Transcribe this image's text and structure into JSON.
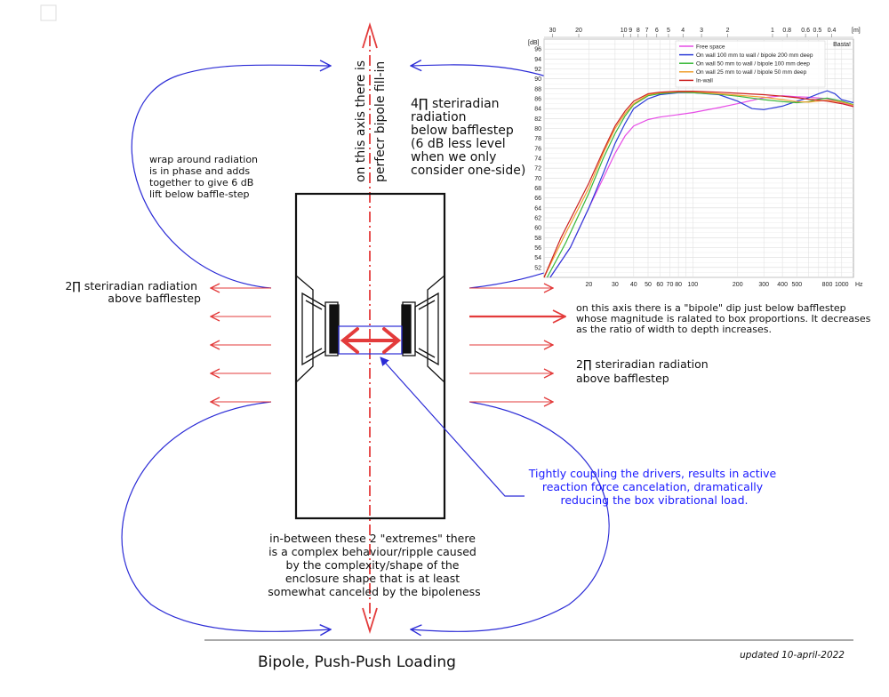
{
  "labels": {
    "vertical_axis_line1": "on this axis there is",
    "vertical_axis_line2": "perfecr bipole fill-in",
    "four_pi": [
      "4∏  steriradian",
      "radiation",
      "below bafflestep",
      " (6 dB less level",
      "when we only",
      "consider one-side)"
    ],
    "wrap": [
      "wrap around radiation",
      "is in phase and adds",
      "together to give 6 dB",
      "lift below baffle-step"
    ],
    "two_pi_left": [
      "2∏  steriradian radiation",
      "above bafflestep"
    ],
    "two_pi_right": [
      "2∏  steriradian radiation",
      "above bafflestep"
    ],
    "bipole_dip": [
      "on this axis there is a \"bipole\" dip just below bafflestep",
      "whose magnitude is ralated to box proportions. It decreases",
      "as the ratio of width to depth increases."
    ],
    "coupling": [
      "Tightly coupling the drivers, results in active",
      "reaction force cancelation, dramatically",
      "reducing the box vibrational load."
    ],
    "between": [
      "in-between these 2 \"extremes\" there",
      "is a complex behaviour/ripple caused",
      "by the complexity/shape of the",
      "enclosure shape that is at least",
      "somewhat canceled by the bipoleness"
    ],
    "title": "Bipole, Push-Push Loading",
    "updated": "updated 10-april-2022"
  },
  "colors": {
    "blue_line": "#2b2bd6",
    "red_arrow": "#e33b3b",
    "text_blue": "#1a1aff"
  },
  "chart_data": {
    "type": "line",
    "brand": "Basta!",
    "y_unit": "[dB]",
    "x_unit": "Hz",
    "top_unit": "[m]",
    "xscale": "log",
    "xlim": [
      10,
      1200
    ],
    "ylim": [
      50,
      98
    ],
    "y_ticks": [
      52,
      54,
      56,
      58,
      60,
      62,
      64,
      66,
      68,
      70,
      72,
      74,
      76,
      78,
      80,
      82,
      84,
      86,
      88,
      90,
      92,
      94,
      96
    ],
    "x_ticks": [
      {
        "v": 20,
        "label": "20"
      },
      {
        "v": 30,
        "label": "30"
      },
      {
        "v": 40,
        "label": "40"
      },
      {
        "v": 50,
        "label": "50"
      },
      {
        "v": 60,
        "label": "60"
      },
      {
        "v": 70,
        "label": "70"
      },
      {
        "v": 80,
        "label": "80"
      },
      {
        "v": 100,
        "label": "100"
      },
      {
        "v": 200,
        "label": "200"
      },
      {
        "v": 300,
        "label": "300"
      },
      {
        "v": 400,
        "label": "400"
      },
      {
        "v": 500,
        "label": "500"
      },
      {
        "v": 800,
        "label": "800"
      },
      {
        "v": 1000,
        "label": "1000"
      }
    ],
    "top_ticks": [
      {
        "v": 11.4,
        "label": "30"
      },
      {
        "v": 17.1,
        "label": "20"
      },
      {
        "v": 34.3,
        "label": "10"
      },
      {
        "v": 38.1,
        "label": "9"
      },
      {
        "v": 42.9,
        "label": "8"
      },
      {
        "v": 49,
        "label": "7"
      },
      {
        "v": 57.2,
        "label": "6"
      },
      {
        "v": 68.6,
        "label": "5"
      },
      {
        "v": 85.8,
        "label": "4"
      },
      {
        "v": 114.3,
        "label": "3"
      },
      {
        "v": 171.5,
        "label": "2"
      },
      {
        "v": 343,
        "label": "1"
      },
      {
        "v": 428.8,
        "label": "0.8"
      },
      {
        "v": 571.7,
        "label": "0.6"
      },
      {
        "v": 686,
        "label": "0.5"
      },
      {
        "v": 857.5,
        "label": "0.4"
      }
    ],
    "series": [
      {
        "name": "Free space",
        "color": "#e64ce6",
        "x": [
          11,
          15,
          20,
          25,
          30,
          35,
          40,
          50,
          60,
          80,
          100,
          150,
          200,
          300,
          400,
          500,
          600,
          800,
          1000,
          1200
        ],
        "y": [
          50,
          56,
          64,
          70,
          75,
          78.5,
          80.5,
          81.8,
          82.3,
          82.8,
          83.2,
          84.2,
          85,
          86.2,
          86.6,
          86.4,
          86.3,
          86,
          85.2,
          84.6
        ]
      },
      {
        "name": "On wall 100 mm to wall / bipole 200 mm deep",
        "color": "#2d3dd8",
        "x": [
          11,
          15,
          20,
          25,
          30,
          35,
          40,
          50,
          60,
          80,
          100,
          150,
          200,
          250,
          300,
          400,
          500,
          600,
          700,
          800,
          900,
          1000,
          1200
        ],
        "y": [
          50,
          56,
          64,
          71,
          77,
          81,
          84,
          86,
          86.8,
          87.2,
          87.2,
          86.8,
          85.5,
          84,
          83.8,
          84.5,
          85.5,
          86.2,
          87,
          87.6,
          87,
          85.8,
          85.2
        ]
      },
      {
        "name": "On wall 50 mm to wall / bipole 100 mm deep",
        "color": "#38b838",
        "x": [
          10.5,
          14,
          20,
          25,
          30,
          35,
          40,
          50,
          60,
          80,
          100,
          150,
          200,
          300,
          400,
          500,
          600,
          700,
          800,
          1000,
          1200
        ],
        "y": [
          50,
          57,
          67,
          74,
          79,
          82.5,
          84.8,
          86.6,
          87,
          87.3,
          87.2,
          86.9,
          86.5,
          85.8,
          85.4,
          85.2,
          85.4,
          85.9,
          86.1,
          85.5,
          84.8
        ]
      },
      {
        "name": "On wall 25 mm to wall / bipole 50 mm deep",
        "color": "#f0a030",
        "x": [
          10,
          13.5,
          20,
          25,
          30,
          35,
          40,
          50,
          60,
          80,
          100,
          150,
          200,
          300,
          400,
          500,
          600,
          800,
          1000,
          1200
        ],
        "y": [
          50,
          58,
          68,
          75,
          80,
          83,
          85,
          86.8,
          87.2,
          87.4,
          87.4,
          87,
          86.7,
          86.3,
          85.8,
          85.4,
          85.3,
          85.7,
          85.3,
          84.7
        ]
      },
      {
        "name": "In-wall",
        "color": "#cc2020",
        "x": [
          10,
          13,
          20,
          25,
          30,
          35,
          40,
          50,
          60,
          80,
          100,
          150,
          200,
          300,
          400,
          500,
          600,
          800,
          1000,
          1200
        ],
        "y": [
          50,
          58,
          69,
          75.5,
          80.5,
          83.5,
          85.5,
          87,
          87.3,
          87.5,
          87.5,
          87.3,
          87.1,
          86.8,
          86.5,
          86.2,
          85.9,
          85.5,
          85,
          84.4
        ]
      }
    ]
  }
}
